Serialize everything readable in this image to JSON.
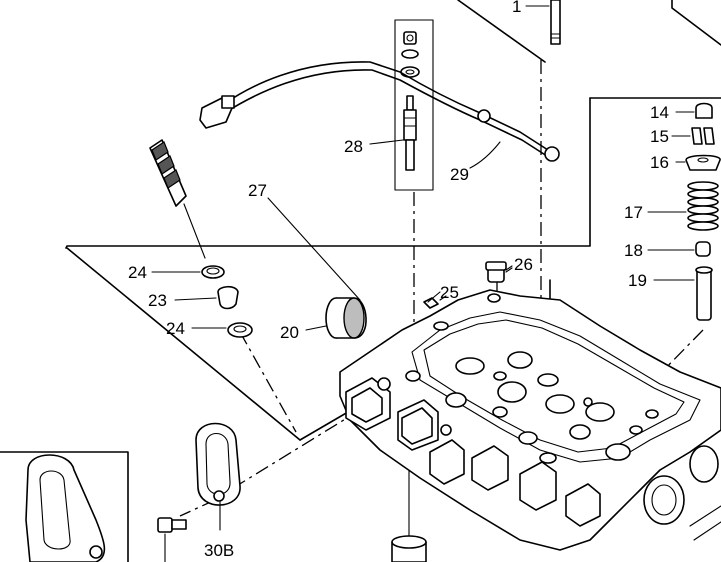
{
  "callouts": {
    "c1": "1",
    "c14": "14",
    "c15": "15",
    "c16": "16",
    "c17": "17",
    "c18": "18",
    "c19": "19",
    "c20": "20",
    "c23": "23",
    "c24a": "24",
    "c24b": "24",
    "c25": "25",
    "c26": "26",
    "c27": "27",
    "c28": "28",
    "c29": "29",
    "c30b": "30B"
  }
}
